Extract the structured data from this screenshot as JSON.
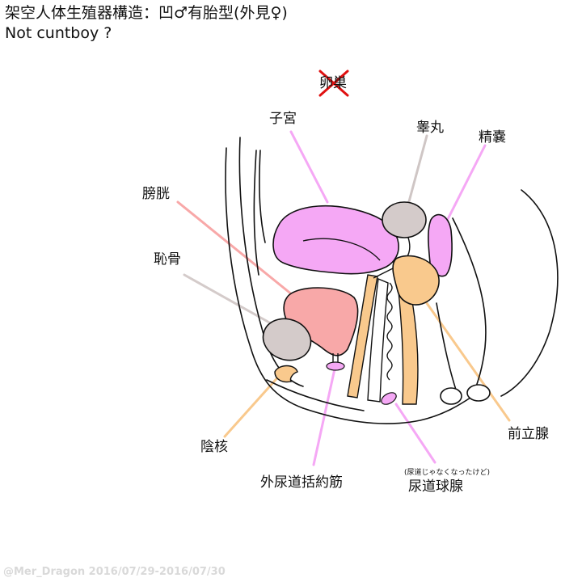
{
  "header": {
    "title": "架空人体生殖器構造：凹♂有胎型(外見♀)",
    "subtitle": "Not cuntboy ?"
  },
  "labels": {
    "ovary": "卵巣",
    "uterus": "子宮",
    "testis": "睾丸",
    "seminal_vesicle": "精嚢",
    "bladder": "膀胱",
    "pubic_bone": "恥骨",
    "clitoris": "陰核",
    "prostate": "前立腺",
    "external_urethral_sphincter": "外尿道括約筋",
    "bulbourethral_note": "(尿道じゃなくなったけど)",
    "bulbourethral_gland": "尿道球腺"
  },
  "credit": "@Mer_Dragon 2016/07/29-2016/07/30",
  "colors": {
    "uterus": "#f5a8f5",
    "bladder": "#f8a8a8",
    "bone": "#d4cbca",
    "prostate": "#f9c98d",
    "outline": "#111111",
    "cross": "#e01010"
  }
}
